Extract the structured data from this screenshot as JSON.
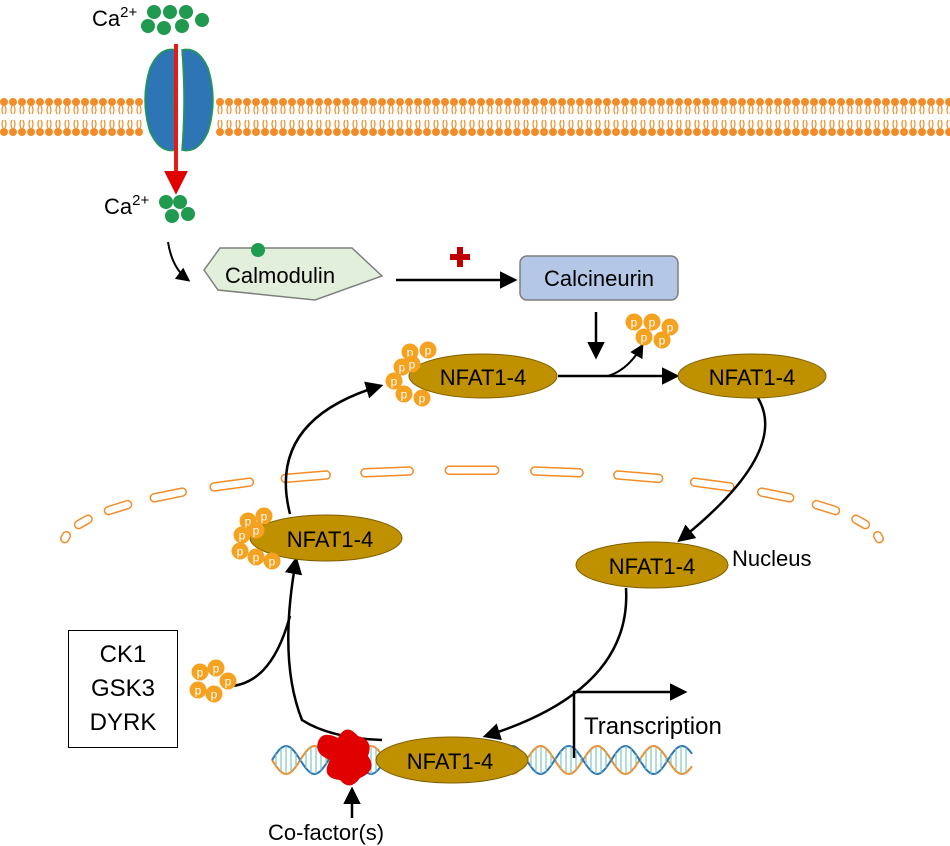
{
  "calcium": {
    "ion_label": "Ca",
    "charge": "2+"
  },
  "calmodulin": {
    "label": "Calmodulin"
  },
  "calcineurin": {
    "label": "Calcineurin"
  },
  "nfat": {
    "cytoplasm_phosphorylated": "NFAT1-4",
    "cytoplasm_dephosphorylated": "NFAT1-4",
    "nuclear_entering": "NFAT1-4",
    "nuclear_phosphorylated": "NFAT1-4",
    "dna_bound": "NFAT1-4"
  },
  "phosphate_label": "p",
  "nucleus_label": "Nucleus",
  "transcription_label": "Transcription",
  "cofactor_label": "Co-factor(s)",
  "kinases": {
    "items": [
      "CK1",
      "GSK3",
      "DYRK"
    ]
  },
  "colors": {
    "calcium": "#1f9a4f",
    "membrane": "#f28c28",
    "channel": "#2e75b6",
    "calmodulin_fill": "#e2efda",
    "calcineurin_fill": "#b4c7e7",
    "nfat_fill": "#bf9000",
    "phosphate": "#f4a21f",
    "activation": "#c00000",
    "cofactor": "#e00000",
    "dna_strand_a": "#f28c28",
    "dna_strand_b": "#2e75b6"
  }
}
